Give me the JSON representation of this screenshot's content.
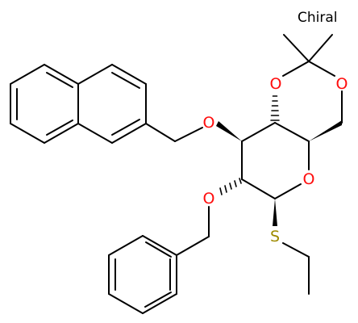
{
  "label": "Chiral",
  "colors": {
    "oxygen": "#ff0d0d",
    "sulfur": "#9e8a00",
    "bond": "#000000"
  },
  "atoms": {
    "o_ring_acetal_upper": "O",
    "o_ring_acetal_right": "O",
    "o_naphthylmethyl_ether": "O",
    "o_pyranose_ring": "O",
    "o_benzyl_ether": "O",
    "s_thioethyl": "S"
  }
}
